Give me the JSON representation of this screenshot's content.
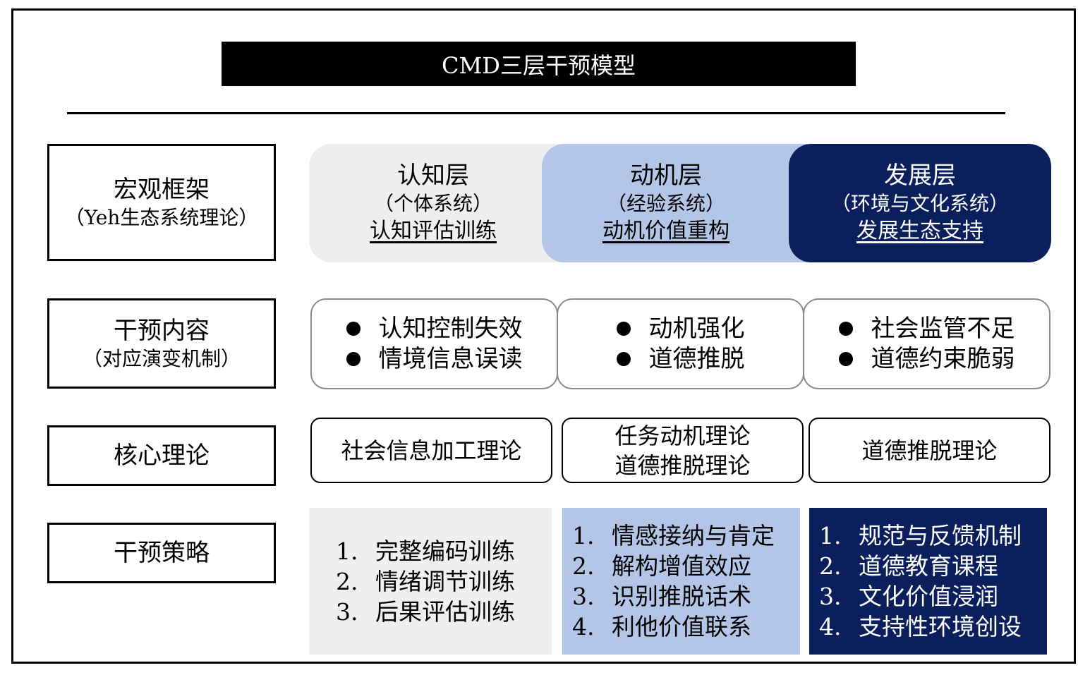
{
  "title": "CMD三层干预模型",
  "rows": {
    "framework": {
      "main": "宏观框架",
      "sub": "（Yeh生态系统理论）"
    },
    "content": {
      "main": "干预内容",
      "sub": "（对应演变机制）"
    },
    "theory": {
      "main": "核心理论"
    },
    "strategy": {
      "main": "干预策略"
    }
  },
  "layers": [
    {
      "name": "认知层",
      "system": "（个体系统）",
      "goal": "认知评估训练",
      "color": "#efefef"
    },
    {
      "name": "动机层",
      "system": "（经验系统）",
      "goal": "动机价值重构",
      "color": "#b4c6e7"
    },
    {
      "name": "发展层",
      "system": "（环境与文化系统）",
      "goal": "发展生态支持",
      "color": "#0b1f5c"
    }
  ],
  "contents": [
    [
      "认知控制失效",
      "情境信息误读"
    ],
    [
      "动机强化",
      "道德推脱"
    ],
    [
      "社会监管不足",
      "道德约束脆弱"
    ]
  ],
  "theories": [
    [
      "社会信息加工理论"
    ],
    [
      "任务动机理论",
      "道德推脱理论"
    ],
    [
      "道德推脱理论"
    ]
  ],
  "strategies": [
    [
      {
        "num": "1.",
        "text": "完整编码训练"
      },
      {
        "num": "2.",
        "text": "情绪调节训练"
      },
      {
        "num": "3.",
        "text": "后果评估训练"
      }
    ],
    [
      {
        "num": "1.",
        "text": "情感接纳与肯定"
      },
      {
        "num": "2.",
        "text": "解构增值效应"
      },
      {
        "num": "3.",
        "text": "识别推脱话术"
      },
      {
        "num": "4.",
        "text": "利他价值联系"
      }
    ],
    [
      {
        "num": "1.",
        "text": "规范与反馈机制"
      },
      {
        "num": "2.",
        "text": "道德教育课程"
      },
      {
        "num": "3.",
        "text": "文化价值浸润"
      },
      {
        "num": "4.",
        "text": "支持性环境创设"
      }
    ]
  ]
}
